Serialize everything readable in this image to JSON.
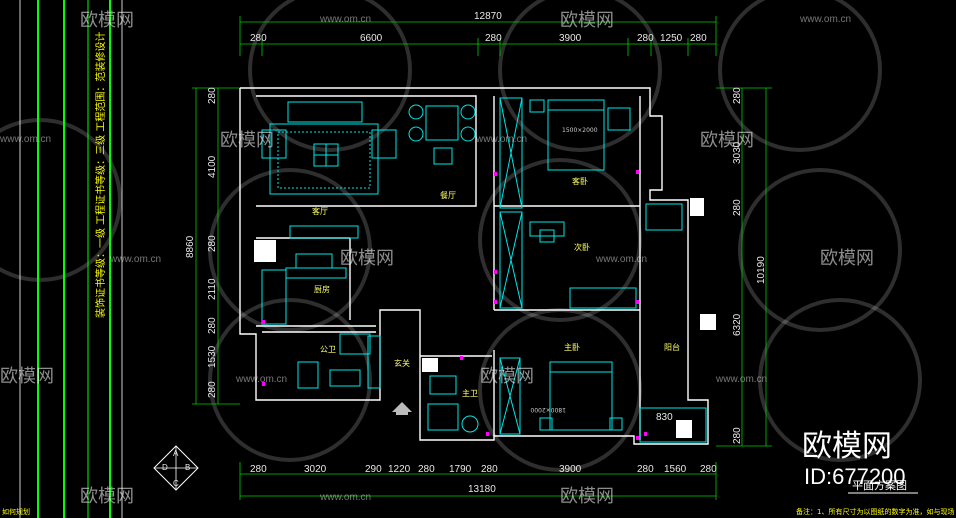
{
  "plan_title": "平面方案图",
  "side_notes": {
    "col1": "装饰证书等级：一级   工程证书等级：三级   工程范围：范装修设计",
    "footer_left": "如何规划",
    "footer_right": "备注：1、所有尺寸为以图纸的数字为准，如与现场"
  },
  "dims_top": {
    "overall": "12870",
    "segments": [
      "280",
      "6600",
      "280",
      "3900",
      "280",
      "1250",
      "280"
    ]
  },
  "dims_bottom": {
    "overall": "13180",
    "segments": [
      "280",
      "3020",
      "290",
      "1220",
      "280",
      "1790",
      "280",
      "3900",
      "280",
      "1560",
      "280"
    ]
  },
  "dims_left": {
    "overall": "8860",
    "segments": [
      "280",
      "4100",
      "280",
      "2110",
      "280",
      "1530",
      "280"
    ]
  },
  "dims_right": {
    "overall": "10190",
    "segments": [
      "280",
      "3030",
      "280",
      "6320",
      "280"
    ]
  },
  "rooms": {
    "living": "客厅",
    "dining": "餐厅",
    "guest_bed": "客卧",
    "study": "次卧",
    "master_bed": "主卧",
    "kitchen": "厨房",
    "public_bath": "公卫",
    "entrance": "玄关",
    "master_bath": "主卫",
    "balcony": "阳台"
  },
  "furniture_labels": {
    "bed_guest": "1500×2000",
    "bed_master": "1800×2000",
    "balcony_width": "830"
  },
  "compass": [
    "A",
    "B",
    "C",
    "D"
  ],
  "watermark": {
    "brand": "欧模网",
    "url": "www.om.cn",
    "id": "ID:677200"
  },
  "colors": {
    "background": "#000000",
    "walls": "#ffffff",
    "furniture": "#00e6e6",
    "dimensions": "#00cc00",
    "labels": "#ffff66",
    "frame": "#00ff00",
    "markers": "#ff00ff"
  }
}
